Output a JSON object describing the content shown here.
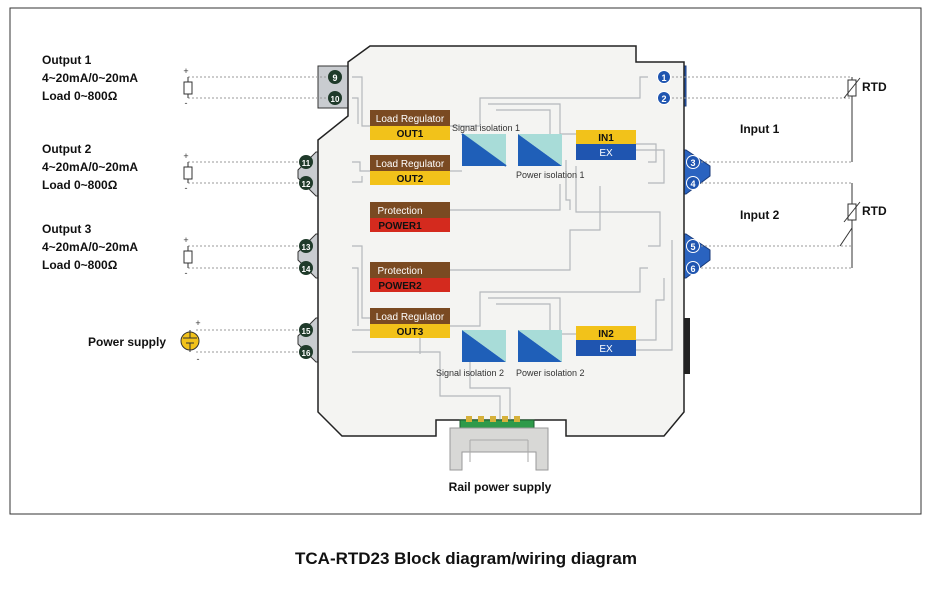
{
  "outputs": [
    {
      "title": "Output 1",
      "range": "4~20mA/0~20mA",
      "load": "Load 0~800Ω"
    },
    {
      "title": "Output 2",
      "range": "4~20mA/0~20mA",
      "load": "Load 0~800Ω"
    },
    {
      "title": "Output 3",
      "range": "4~20mA/0~20mA",
      "load": "Load 0~800Ω"
    }
  ],
  "power_supply": "Power supply",
  "inputs": [
    {
      "title": "Input 1",
      "sensor": "RTD"
    },
    {
      "title": "Input 2",
      "sensor": "RTD"
    }
  ],
  "signs": {
    "plus": "+",
    "minus": "-"
  },
  "terminals": {
    "left": [
      "9",
      "10",
      "11",
      "12",
      "13",
      "14",
      "15",
      "16"
    ],
    "right": [
      "1",
      "2",
      "3",
      "4",
      "5",
      "6"
    ]
  },
  "blocks": {
    "load_regulator": "Load Regulator",
    "out1": "OUT1",
    "out2": "OUT2",
    "out3": "OUT3",
    "protection": "Protection",
    "power1": "POWER1",
    "power2": "POWER2",
    "in1": "IN1",
    "in2": "IN2",
    "ex": "EX"
  },
  "isolation": {
    "signal1": "Signal isolation 1",
    "power1": "Power isolation 1",
    "signal2": "Signal isolation 2",
    "power2": "Power isolation 2"
  },
  "rail_power_supply": "Rail power supply",
  "caption": "TCA-RTD23   Block diagram/wiring diagram",
  "colors": {
    "load_regulator": "#7a4a22",
    "out_label": "#f2c21a",
    "protection": "#7a4a22",
    "power_label": "#d42a1e",
    "in_label": "#f2c21a",
    "ex_label": "#1f55b0",
    "terminal_left": "#1f3a2a",
    "terminal_right": "#1f55b0",
    "housing": "#f4f4f2"
  }
}
